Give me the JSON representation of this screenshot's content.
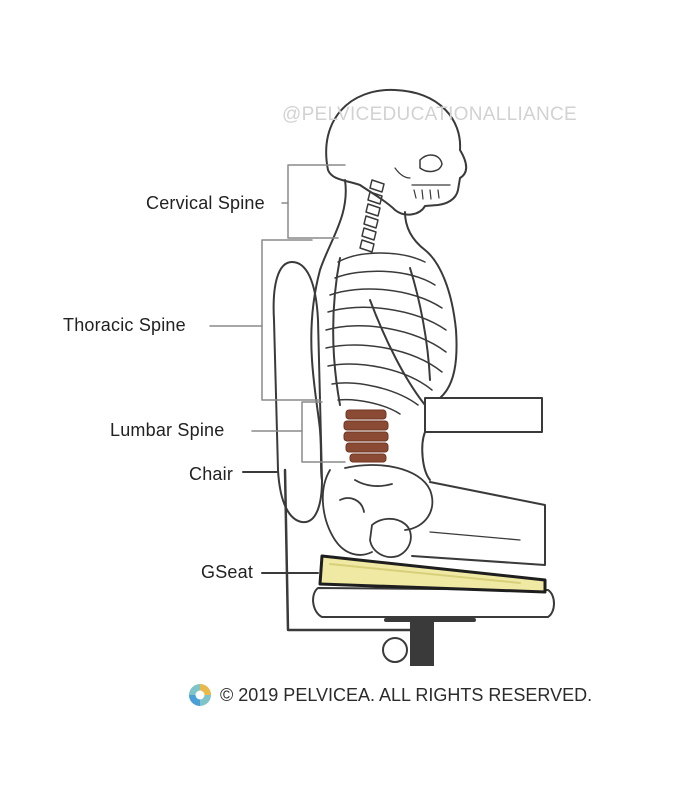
{
  "watermark": "@PELVICEDUCATIONALLIANCE",
  "labels": {
    "cervical": "Cervical Spine",
    "thoracic": "Thoracic Spine",
    "lumbar": "Lumbar Spine",
    "chair": "Chair",
    "gseat": "GSeat"
  },
  "footer": {
    "copyright": "© 2019 PELVICEA. ALL RIGHTS RESERVED.",
    "logo_icon": "pelvicea-logo-icon"
  },
  "colors": {
    "line": "#3a3a3a",
    "lumbar": "#8b4a33",
    "gseat_fill": "#efe9a3",
    "watermark": "#d2d2d2"
  }
}
